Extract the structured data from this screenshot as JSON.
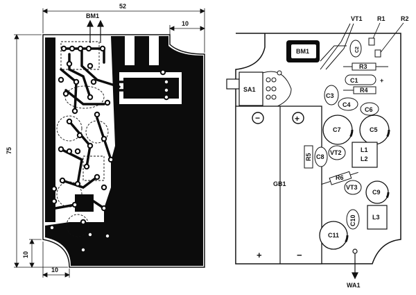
{
  "dimensions": {
    "width": "52",
    "height": "75",
    "notch_top": "10",
    "notch_bottom_h": "10",
    "notch_bottom_w": "10"
  },
  "pcb_labels": {
    "mic": "BM1"
  },
  "components": {
    "bm1": "BM1",
    "vt1": "VT1",
    "r1": "R1",
    "r2": "R2",
    "r3": "R3",
    "r4": "R4",
    "r5": "R5",
    "r6": "R6",
    "c1": "C1",
    "c2": "C2",
    "c3": "C3",
    "c4": "C4",
    "c5": "C5",
    "c6": "C6",
    "c7": "C7",
    "c8": "C8",
    "c9": "C9",
    "c10": "C10",
    "c11": "C11",
    "sa1": "SA1",
    "vt2": "VT2",
    "vt3": "VT3",
    "l1": "L1",
    "l2": "L2",
    "l3": "L3",
    "gb1": "GB1",
    "wa1": "WA1"
  },
  "polarity": {
    "minus": "−",
    "plus": "+",
    "c1_plus": "+",
    "gb_plus": "+",
    "gb_minus": "−"
  }
}
